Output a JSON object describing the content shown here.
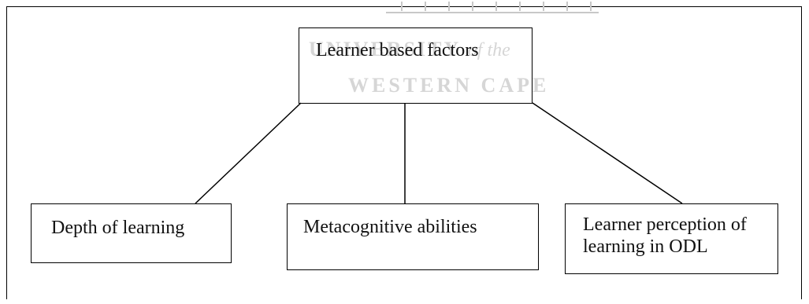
{
  "diagram": {
    "root": {
      "label": "Learner based factors"
    },
    "children": [
      {
        "label": "Depth of learning"
      },
      {
        "label": "Metacognitive abilities"
      },
      {
        "label": "Learner perception of learning in ODL"
      }
    ]
  },
  "watermark": {
    "line1": "UNIVERSITY",
    "line1_italic": "of the",
    "line2": "WESTERN CAPE"
  }
}
